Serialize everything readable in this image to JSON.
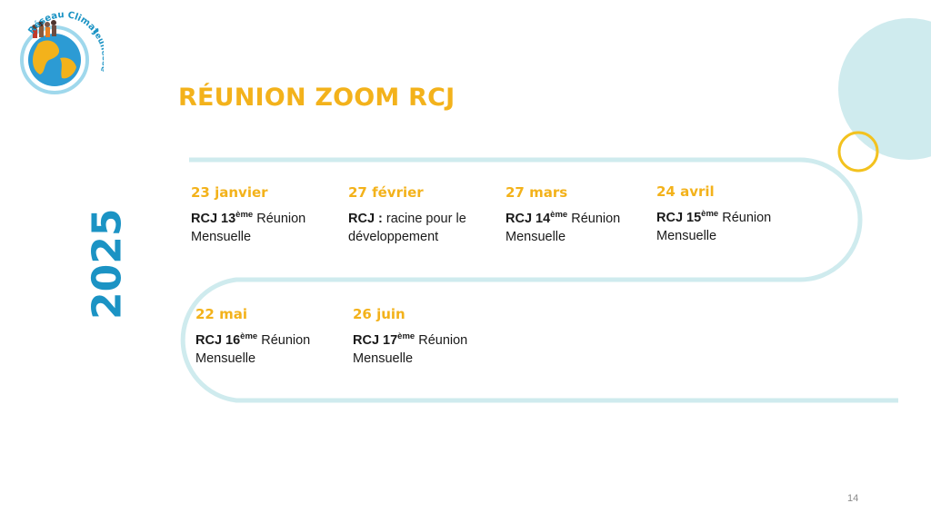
{
  "logo": {
    "text_top": "Réseau Climat",
    "text_side": "Jeunesse",
    "icon": "globe-icon"
  },
  "title": "RÉUNION ZOOM RCJ",
  "year": "2025",
  "colors": {
    "accent_yellow": "#f3b21b",
    "accent_blue": "#1b93c4",
    "light_cyan": "#cfebee"
  },
  "events": [
    {
      "date": "23 janvier",
      "bold": "RCJ 13",
      "sup": "ème",
      "text": " Réunion Mensuelle"
    },
    {
      "date": "27 février",
      "bold": "RCJ :",
      "sup": "",
      "text": " racine pour le développement"
    },
    {
      "date": "27 mars",
      "bold": "RCJ 14",
      "sup": "ème",
      "text": " Réunion Mensuelle"
    },
    {
      "date": "24 avril",
      "bold": "RCJ 15",
      "sup": "ème",
      "text": " Réunion Mensuelle"
    },
    {
      "date": "22 mai",
      "bold": "RCJ 16",
      "sup": "ème",
      "text": " Réunion Mensuelle"
    },
    {
      "date": "26 juin",
      "bold": "RCJ 17",
      "sup": "ème",
      "text": " Réunion Mensuelle"
    }
  ],
  "page_number": "14"
}
